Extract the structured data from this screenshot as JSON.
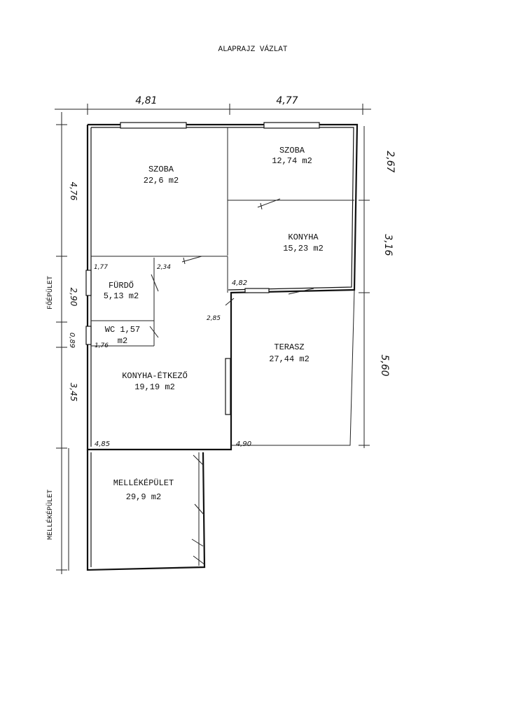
{
  "title": "ALAPRAJZ VÁZLAT",
  "rooms": {
    "szoba_large": {
      "name": "SZOBA",
      "area": "22,6 m2"
    },
    "szoba_small": {
      "name": "SZOBA",
      "area": "12,74 m2"
    },
    "konyha": {
      "name": "KONYHA",
      "area": "15,23 m2"
    },
    "furdo": {
      "name": "FÜRDŐ",
      "area": "5,13 m2"
    },
    "wc": {
      "name": "WC 1,57",
      "area": "m2"
    },
    "konyha_etkezo": {
      "name": "KONYHA-ÉTKEZŐ",
      "area": "19,19 m2"
    },
    "terasz": {
      "name": "TERASZ",
      "area": "27,44 m2"
    },
    "mellekepulet": {
      "name": "MELLÉKÉPÜLET",
      "area": "29,9 m2"
    }
  },
  "side_labels": {
    "foepulet": "FŐÉPÜLET",
    "mellekepulet": "MELLÉKÉPÜLET"
  },
  "dimensions": {
    "top_left": "4,81",
    "top_right": "4,77",
    "right_1": "2,67",
    "right_2": "3,16",
    "right_3": "5,60",
    "left_1": "4,76",
    "left_2": "2,90",
    "left_3": "0,89",
    "left_4": "3,45",
    "inner_177": "1,77",
    "inner_234": "2,34",
    "inner_176": "1,76",
    "inner_482": "4,82",
    "inner_285": "2,85",
    "inner_485": "4,85",
    "inner_490": "4,90"
  }
}
